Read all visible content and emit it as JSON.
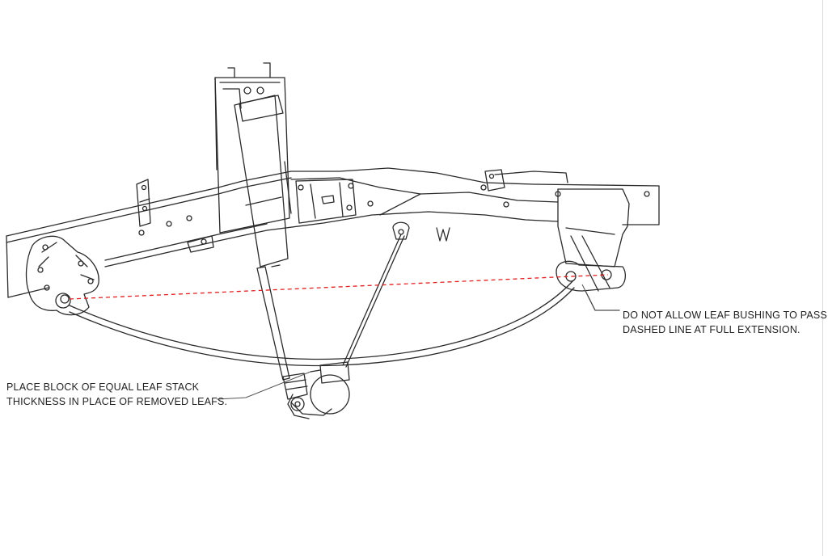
{
  "notes": {
    "leaf_bushing": {
      "line1": "DO NOT ALLOW LEAF BUSHING TO PASS",
      "line2": "DASHED LINE AT FULL EXTENSION."
    },
    "block": {
      "line1": "PLACE BLOCK OF EQUAL LEAF STACK",
      "line2": "THICKNESS IN PLACE OF REMOVED LEAFS."
    }
  },
  "colors": {
    "linework": "#2a2a2a",
    "dashed_reference_line": "#e02020",
    "background": "#ffffff"
  }
}
